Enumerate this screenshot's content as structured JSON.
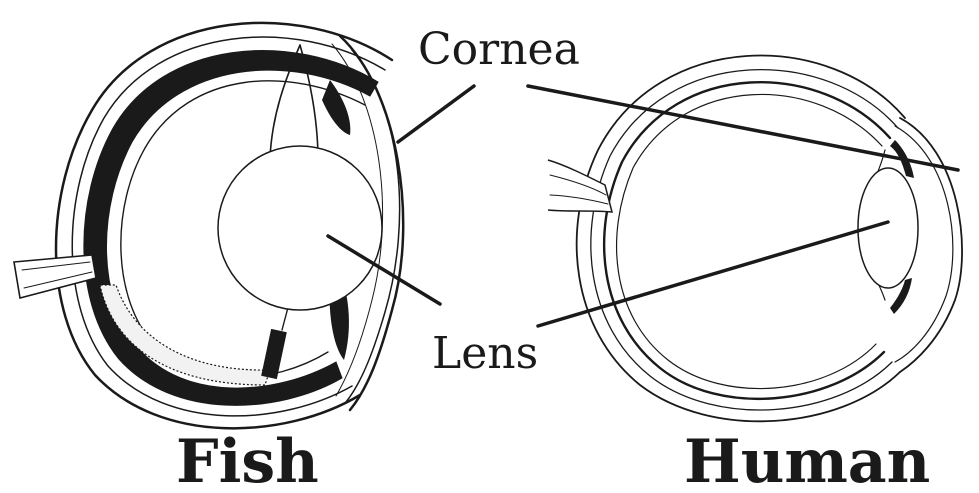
{
  "labels": {
    "cornea": "Cornea",
    "lens": "Lens"
  },
  "titles": {
    "fish": "Fish",
    "human": "Human"
  },
  "colors": {
    "ink": "#1a1a1a",
    "background": "#ffffff"
  }
}
